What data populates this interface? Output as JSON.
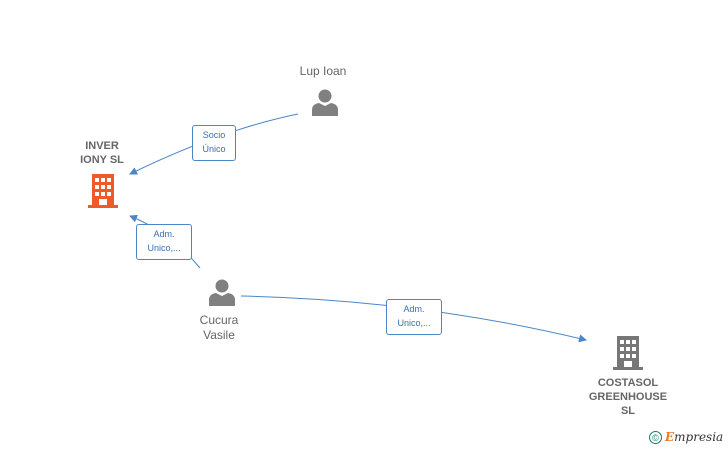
{
  "nodes": {
    "lup_ioan": {
      "label": "Lup Ioan",
      "icon": "person-icon"
    },
    "inver_iony": {
      "label_lines": [
        "INVER",
        "IONY  SL"
      ],
      "icon": "building-icon",
      "color": "#f05a28"
    },
    "cucura_vasile": {
      "label_lines": [
        "Cucura",
        "Vasile"
      ],
      "icon": "person-icon"
    },
    "costasol": {
      "label_lines": [
        "COSTASOL",
        "GREENHOUSE",
        "SL"
      ],
      "icon": "building-icon",
      "color": "#777777"
    }
  },
  "edges": [
    {
      "from": "Lup Ioan",
      "to": "INVER IONY SL",
      "label_lines": [
        "Socio",
        "Único"
      ]
    },
    {
      "from": "Cucura Vasile",
      "to": "INVER IONY SL",
      "label_lines": [
        "Adm.",
        "Unico,..."
      ]
    },
    {
      "from": "Cucura Vasile",
      "to": "COSTASOL GREENHOUSE SL",
      "label_lines": [
        "Adm.",
        "Unico,..."
      ]
    }
  ],
  "brand": {
    "copyright": "©",
    "name_first": "E",
    "name_rest": "mpresia"
  },
  "colors": {
    "edge": "#4a86c8",
    "person": "#808080",
    "company_main": "#f05a28",
    "company_other": "#777777"
  }
}
